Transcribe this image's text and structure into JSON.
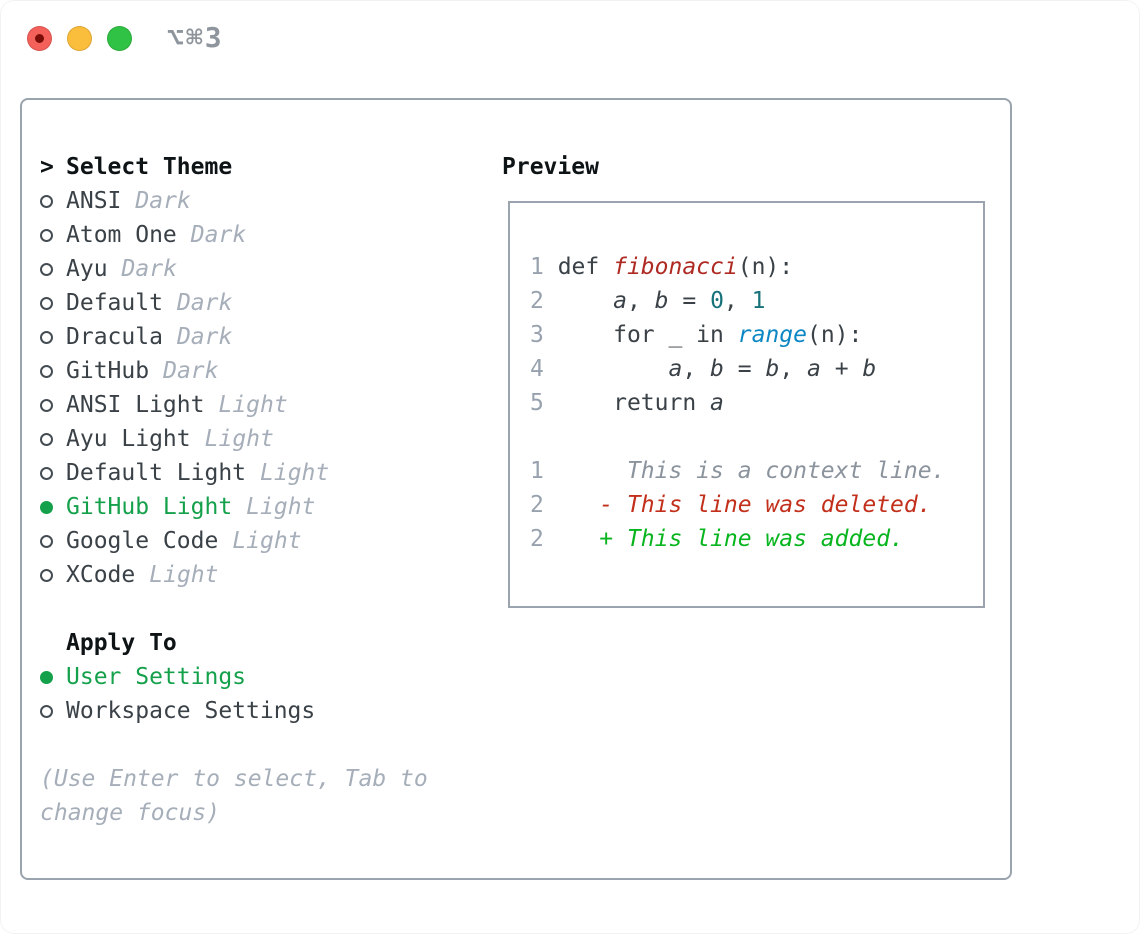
{
  "window": {
    "shortcut": "⌥⌘3"
  },
  "colors": {
    "accent_green": "#15a14b",
    "added_green": "#08b51f",
    "deleted_red": "#c2301c",
    "function_red": "#ae2a22",
    "number_teal": "#17727a",
    "builtin_blue": "#0c87c3",
    "muted_gray": "#a6aeb9",
    "text_dark": "#3a4147",
    "border_gray": "#9ba4ae",
    "traffic_red": "#f4605a",
    "traffic_yellow": "#fbbd3c",
    "traffic_green": "#30c245"
  },
  "theme_select": {
    "header_caret": ">",
    "header": "Select Theme",
    "themes": [
      {
        "name": "ANSI",
        "tag": "Dark",
        "selected": false
      },
      {
        "name": "Atom One",
        "tag": "Dark",
        "selected": false
      },
      {
        "name": "Ayu",
        "tag": "Dark",
        "selected": false
      },
      {
        "name": "Default",
        "tag": "Dark",
        "selected": false
      },
      {
        "name": "Dracula",
        "tag": "Dark",
        "selected": false
      },
      {
        "name": "GitHub",
        "tag": "Dark",
        "selected": false
      },
      {
        "name": "ANSI Light",
        "tag": "Light",
        "selected": false
      },
      {
        "name": "Ayu Light",
        "tag": "Light",
        "selected": false
      },
      {
        "name": "Default Light",
        "tag": "Light",
        "selected": false
      },
      {
        "name": "GitHub Light",
        "tag": "Light",
        "selected": true
      },
      {
        "name": "Google Code",
        "tag": "Light",
        "selected": false
      },
      {
        "name": "XCode",
        "tag": "Light",
        "selected": false
      }
    ],
    "apply_to": {
      "header": "Apply To",
      "options": [
        {
          "name": "User Settings",
          "selected": true
        },
        {
          "name": "Workspace Settings",
          "selected": false
        }
      ]
    },
    "hint": "(Use Enter to select, Tab to change focus)"
  },
  "preview": {
    "header": "Preview",
    "lines": [
      {
        "num": "1",
        "tokens": [
          {
            "t": "def ",
            "c": "plain"
          },
          {
            "t": "fibonacci",
            "c": "func"
          },
          {
            "t": "(n):",
            "c": "plain"
          }
        ]
      },
      {
        "num": "2",
        "tokens": [
          {
            "t": "    ",
            "c": "plain"
          },
          {
            "t": "a",
            "c": "var"
          },
          {
            "t": ", ",
            "c": "plain"
          },
          {
            "t": "b",
            "c": "var"
          },
          {
            "t": " = ",
            "c": "plain"
          },
          {
            "t": "0",
            "c": "num"
          },
          {
            "t": ", ",
            "c": "plain"
          },
          {
            "t": "1",
            "c": "num"
          }
        ]
      },
      {
        "num": "3",
        "tokens": [
          {
            "t": "    for _ in ",
            "c": "plain"
          },
          {
            "t": "range",
            "c": "builtin"
          },
          {
            "t": "(n):",
            "c": "plain"
          }
        ]
      },
      {
        "num": "4",
        "tokens": [
          {
            "t": "        ",
            "c": "plain"
          },
          {
            "t": "a",
            "c": "var"
          },
          {
            "t": ", ",
            "c": "plain"
          },
          {
            "t": "b",
            "c": "var"
          },
          {
            "t": " = ",
            "c": "plain"
          },
          {
            "t": "b",
            "c": "var"
          },
          {
            "t": ", ",
            "c": "plain"
          },
          {
            "t": "a",
            "c": "var"
          },
          {
            "t": " + ",
            "c": "plain"
          },
          {
            "t": "b",
            "c": "var"
          }
        ]
      },
      {
        "num": "5",
        "tokens": [
          {
            "t": "    return ",
            "c": "plain"
          },
          {
            "t": "a",
            "c": "var"
          }
        ]
      },
      {
        "blank": true
      },
      {
        "num": "1",
        "tokens": [
          {
            "t": "     This is a context line.",
            "c": "context"
          }
        ]
      },
      {
        "num": "2",
        "tokens": [
          {
            "t": "   - This line was deleted.",
            "c": "deleted"
          }
        ]
      },
      {
        "num": "2",
        "tokens": [
          {
            "t": "   + This line was added.",
            "c": "added"
          }
        ]
      }
    ]
  }
}
